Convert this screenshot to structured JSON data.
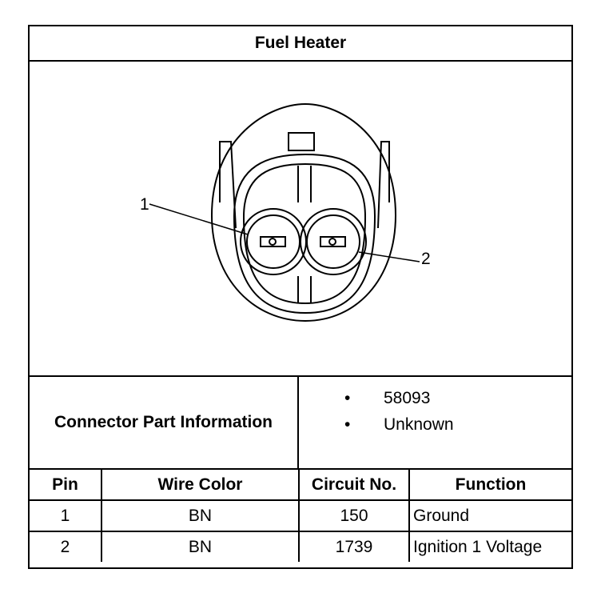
{
  "title": "Fuel Heater",
  "diagram": {
    "callouts": [
      "1",
      "2"
    ],
    "cavity_marks": [
      "[O]",
      "[O]"
    ]
  },
  "connector_info": {
    "label": "Connector Part Information",
    "bullet": "•",
    "items": [
      "58093",
      "Unknown"
    ]
  },
  "table": {
    "headers": [
      "Pin",
      "Wire Color",
      "Circuit No.",
      "Function"
    ],
    "rows": [
      [
        "1",
        "BN",
        "150",
        "Ground"
      ],
      [
        "2",
        "BN",
        "1739",
        "Ignition 1 Voltage"
      ]
    ]
  }
}
